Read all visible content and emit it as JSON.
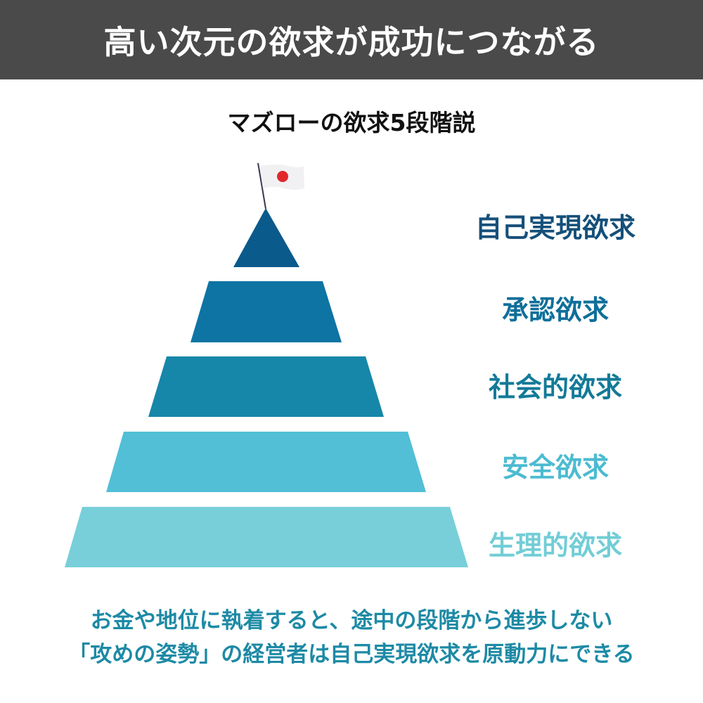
{
  "header": {
    "title": "高い次元の欲求が成功につながる"
  },
  "subtitle": "マズローの欲求5段階説",
  "flag_icon": "japan-flag-icon",
  "levels": [
    {
      "label": "自己実現欲求",
      "color": "#0b5a8c",
      "text_color": "#15507a"
    },
    {
      "label": "承認欲求",
      "color": "#0e74a3",
      "text_color": "#0f6f9a"
    },
    {
      "label": "社会的欲求",
      "color": "#1687a8",
      "text_color": "#137a98"
    },
    {
      "label": "安全欲求",
      "color": "#52bfd6",
      "text_color": "#4bbbd1"
    },
    {
      "label": "生理的欲求",
      "color": "#78cfd9",
      "text_color": "#72cdd6"
    }
  ],
  "footer": {
    "line1": "お金や地位に執着すると、途中の段階から進歩しない",
    "line2": "「攻めの姿勢」の経営者は自己実現欲求を原動力にできる"
  }
}
